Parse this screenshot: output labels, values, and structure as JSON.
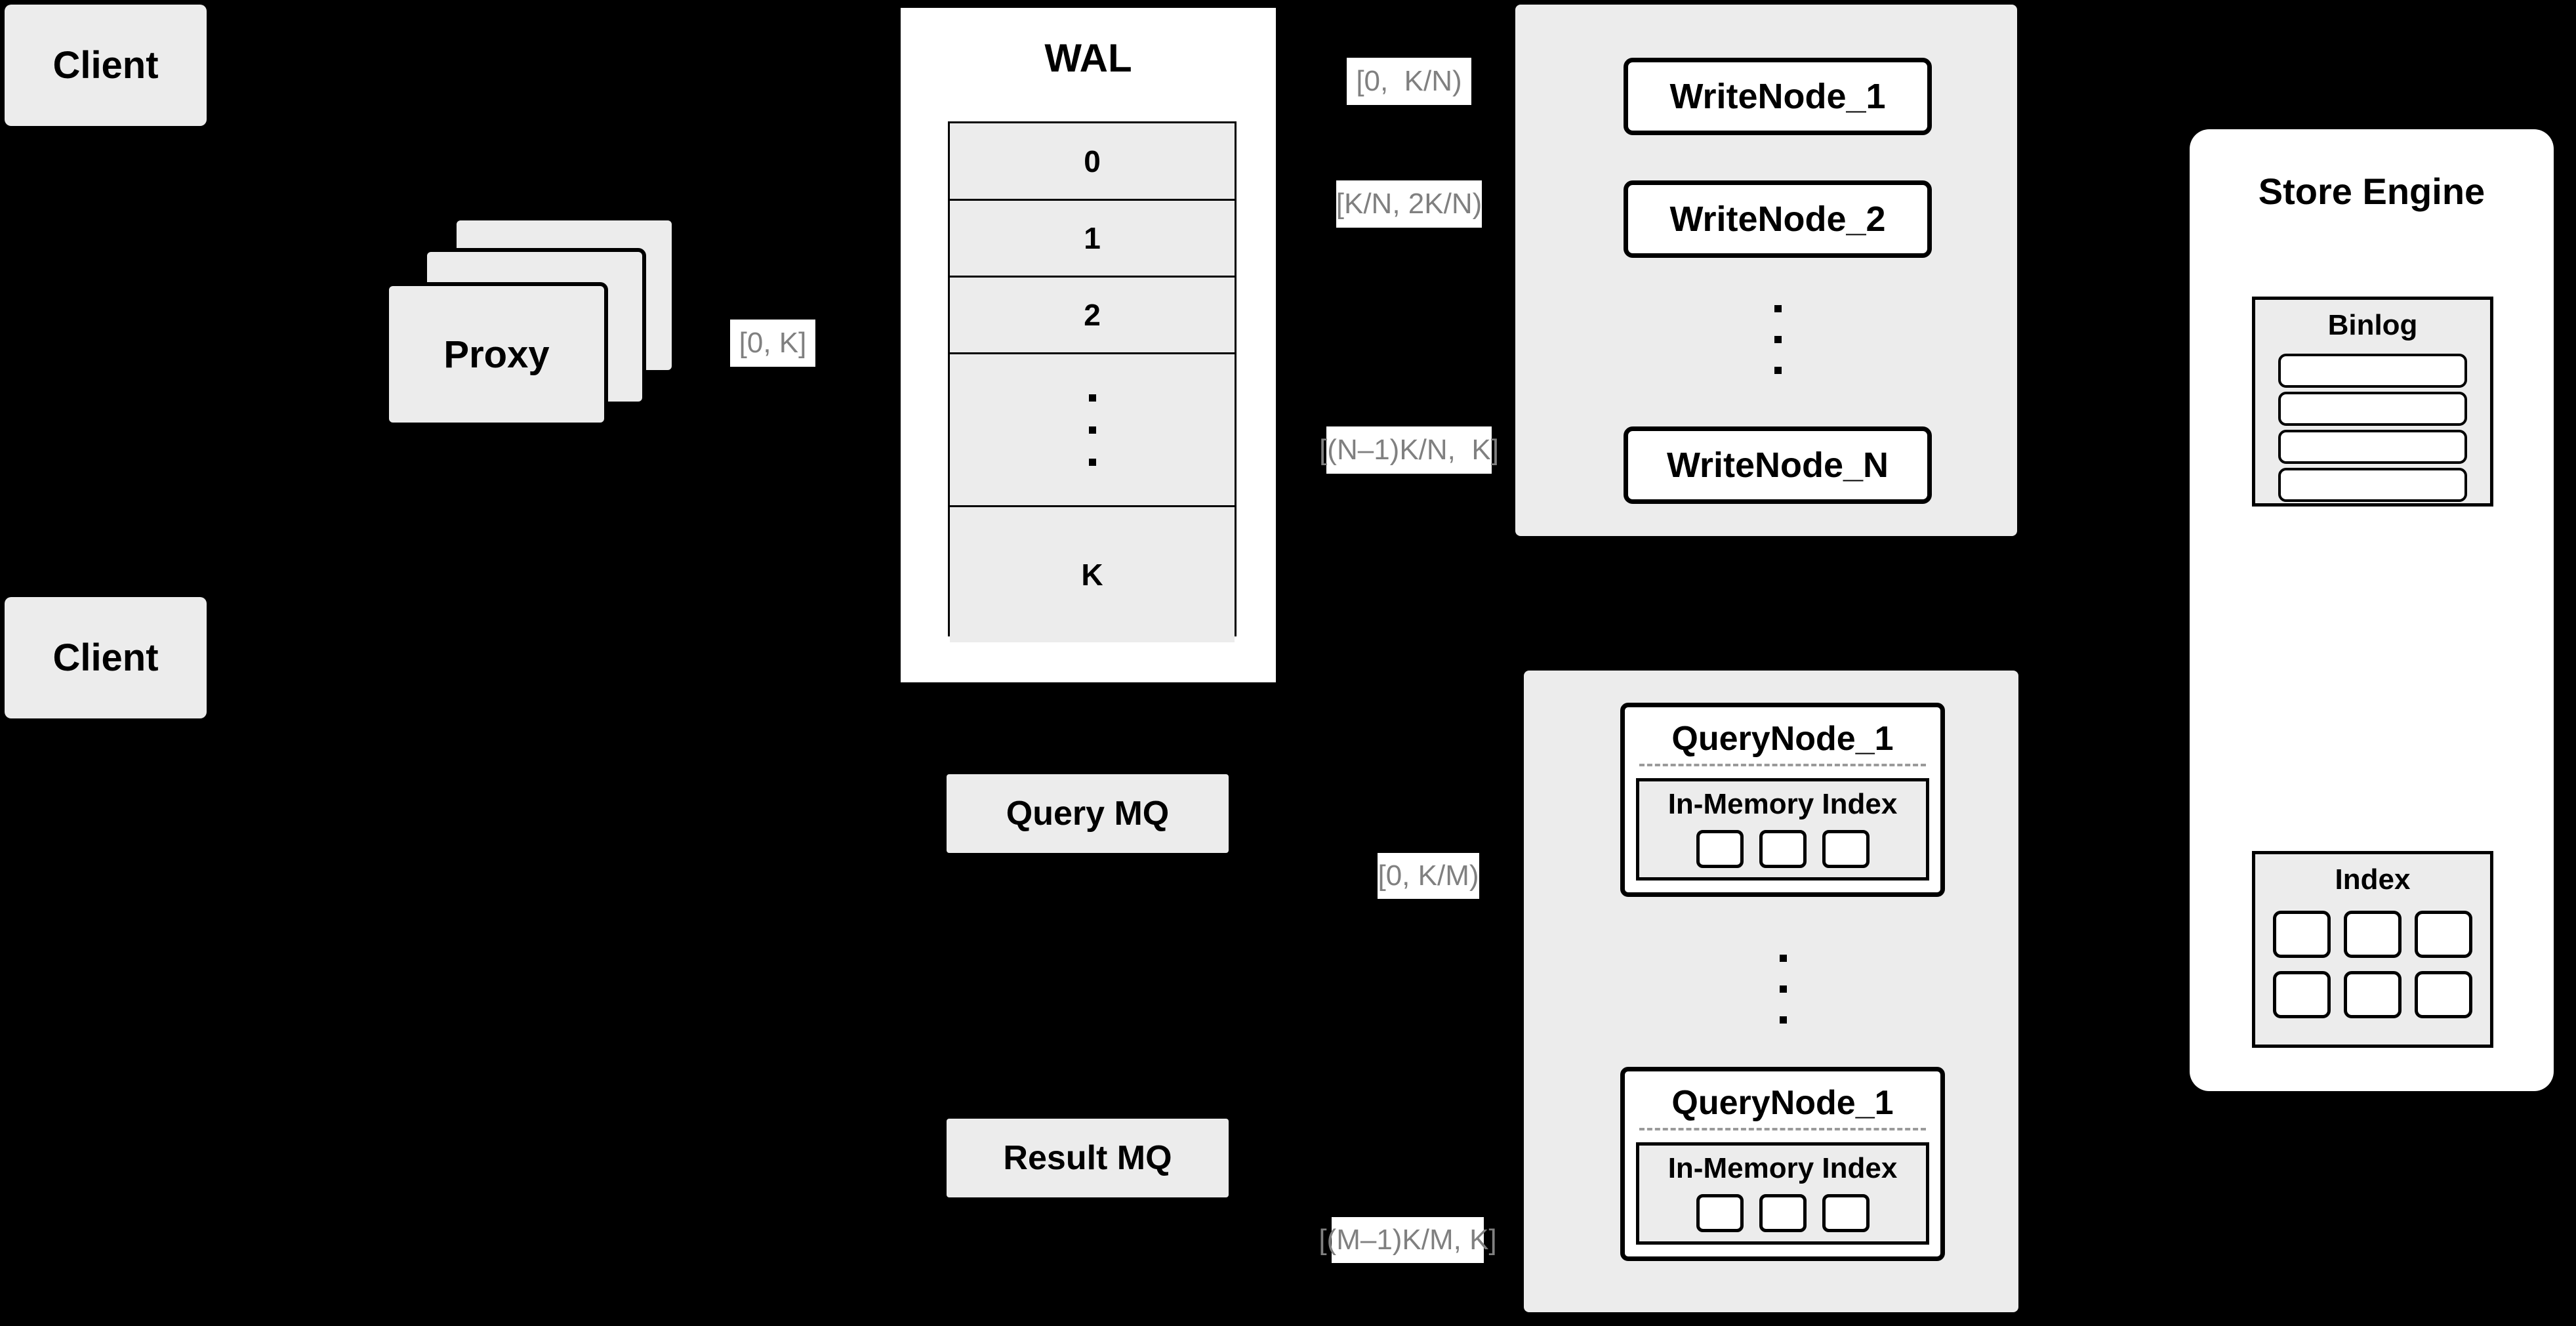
{
  "diagram": {
    "title": "Distributed Write/Query Architecture",
    "background_color": "#000000",
    "node_fill": "#ECECEC",
    "panel_fill": "#FFFFFF",
    "stroke_color": "#000000",
    "label_text_color": "#808080"
  },
  "clients": [
    {
      "label": "Client"
    },
    {
      "label": "Client"
    }
  ],
  "proxy": {
    "label": "Proxy",
    "stack_count": 3
  },
  "labels": {
    "proxy_to_wal": "[0, K]",
    "wal_to_writenode_1": "[0,  K/N)",
    "wal_to_writenode_2": "[K/N, 2K/N)",
    "wal_to_writenode_n": "[(N–1)K/N,  K]",
    "mq_to_querynode_1": "[0, K/M)",
    "mq_to_querynode_m": "[(M–1)K/M, K]"
  },
  "wal": {
    "title": "WAL",
    "rows": [
      "0",
      "1",
      "2"
    ],
    "ellipsis_dots": 3,
    "last_row": "K"
  },
  "write_group": {
    "nodes": [
      {
        "label": "WriteNode_1"
      },
      {
        "label": "WriteNode_2"
      },
      {
        "label": "WriteNode_N"
      }
    ],
    "ellipsis_dots": 3
  },
  "message_queues": [
    {
      "label": "Query MQ"
    },
    {
      "label": "Result MQ"
    }
  ],
  "query_group": {
    "nodes": [
      {
        "label": "QueryNode_1",
        "index": {
          "title": "In-Memory Index",
          "cell_count": 3
        }
      },
      {
        "label": "QueryNode_1",
        "index": {
          "title": "In-Memory Index",
          "cell_count": 3
        }
      }
    ],
    "ellipsis_dots": 3
  },
  "store_engine": {
    "title": "Store Engine",
    "binlog": {
      "title": "Binlog",
      "bar_count": 4
    },
    "index": {
      "title": "Index",
      "cell_count": 6,
      "columns": 3,
      "rows": 2
    }
  }
}
